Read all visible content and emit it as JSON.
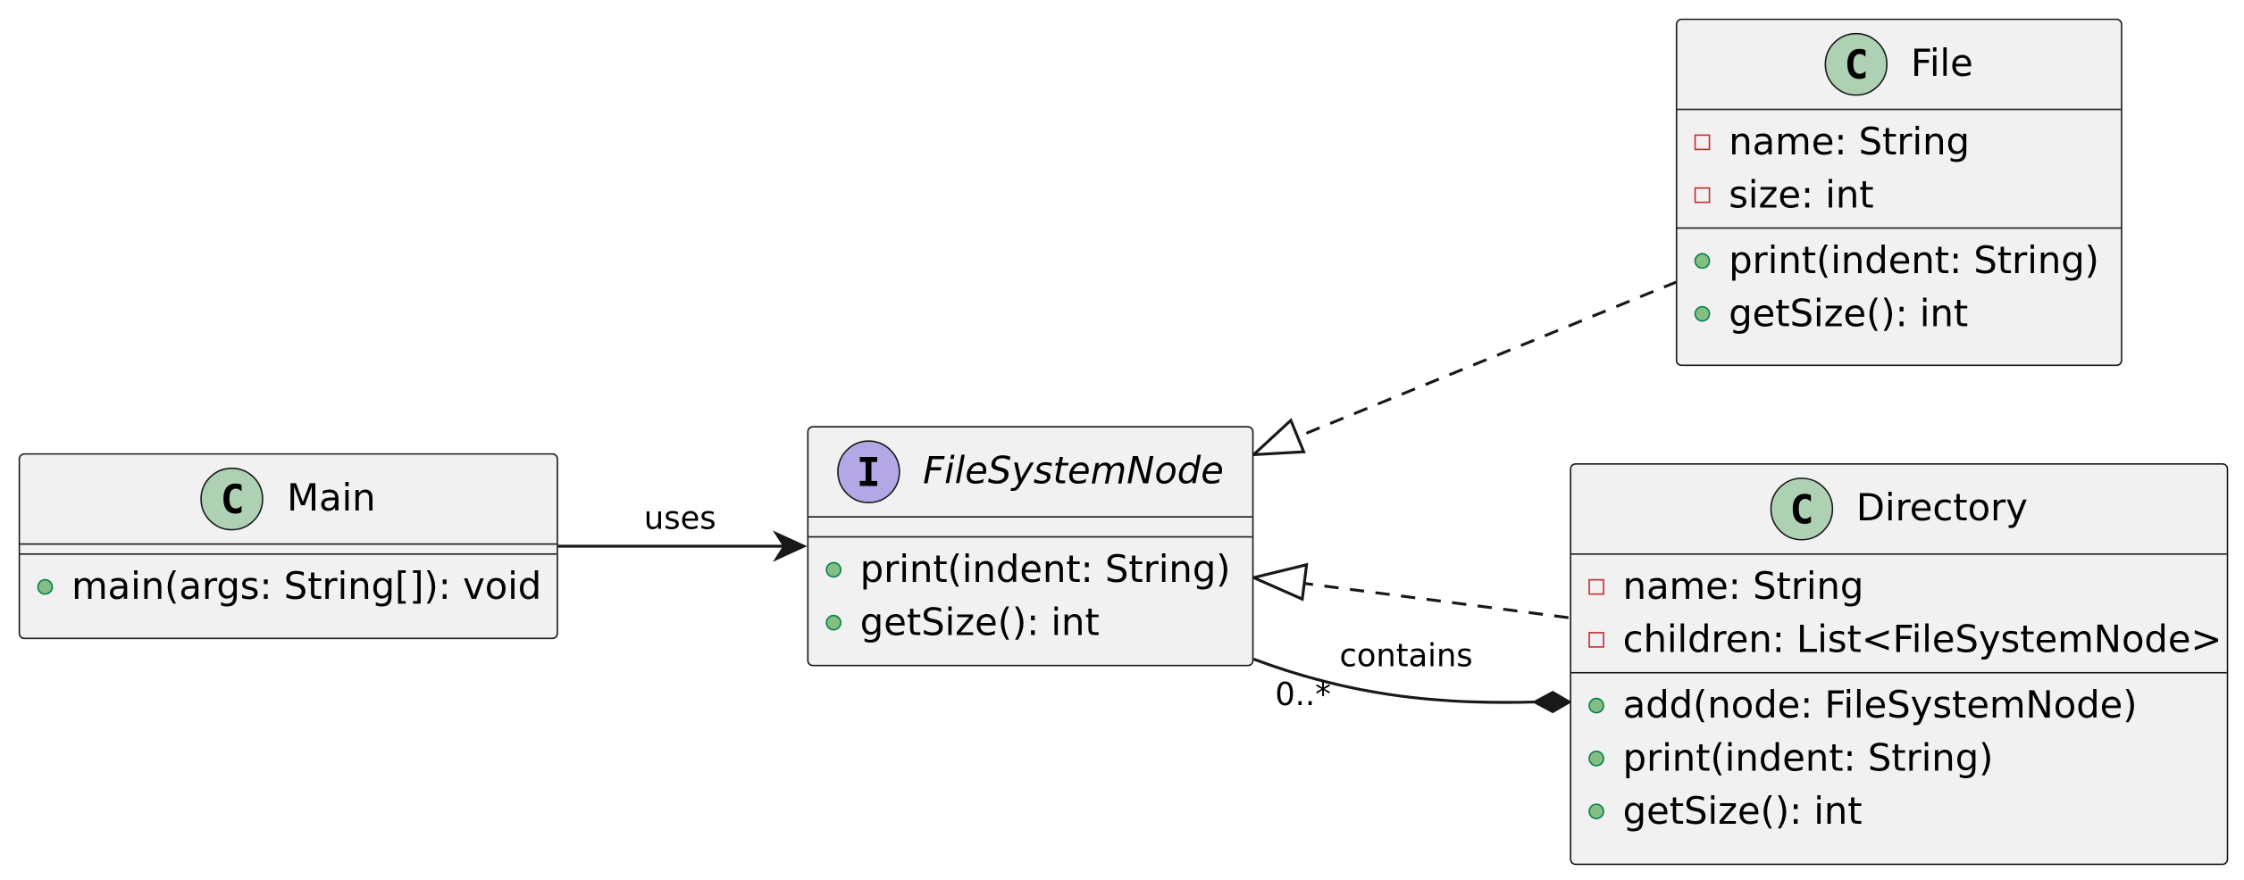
{
  "classes": {
    "main": {
      "stereotype": "C",
      "name": "Main",
      "methods": [
        {
          "visibility": "public",
          "text": "main(args: String[]): void"
        }
      ]
    },
    "fsn": {
      "stereotype": "I",
      "name": "FileSystemNode",
      "methods": [
        {
          "visibility": "public",
          "text": "print(indent: String)"
        },
        {
          "visibility": "public",
          "text": "getSize(): int"
        }
      ]
    },
    "file": {
      "stereotype": "C",
      "name": "File",
      "fields": [
        {
          "visibility": "private",
          "text": "name: String"
        },
        {
          "visibility": "private",
          "text": "size: int"
        }
      ],
      "methods": [
        {
          "visibility": "public",
          "text": "print(indent: String)"
        },
        {
          "visibility": "public",
          "text": "getSize(): int"
        }
      ]
    },
    "directory": {
      "stereotype": "C",
      "name": "Directory",
      "fields": [
        {
          "visibility": "private",
          "text": "name: String"
        },
        {
          "visibility": "private",
          "text": "children: List<FileSystemNode>"
        }
      ],
      "methods": [
        {
          "visibility": "public",
          "text": "add(node: FileSystemNode)"
        },
        {
          "visibility": "public",
          "text": "print(indent: String)"
        },
        {
          "visibility": "public",
          "text": "getSize(): int"
        }
      ]
    }
  },
  "relations": {
    "uses": {
      "label": "uses"
    },
    "contains": {
      "label": "contains",
      "multiplicity": "0..*"
    }
  },
  "colors": {
    "class_bg": "#f1f1f1",
    "border": "#181818",
    "class_circle": "#add1b2",
    "interface_circle": "#b4a7e5",
    "private_marker": "#c82930",
    "public_marker": "#038048",
    "public_fill": "#84be84"
  }
}
